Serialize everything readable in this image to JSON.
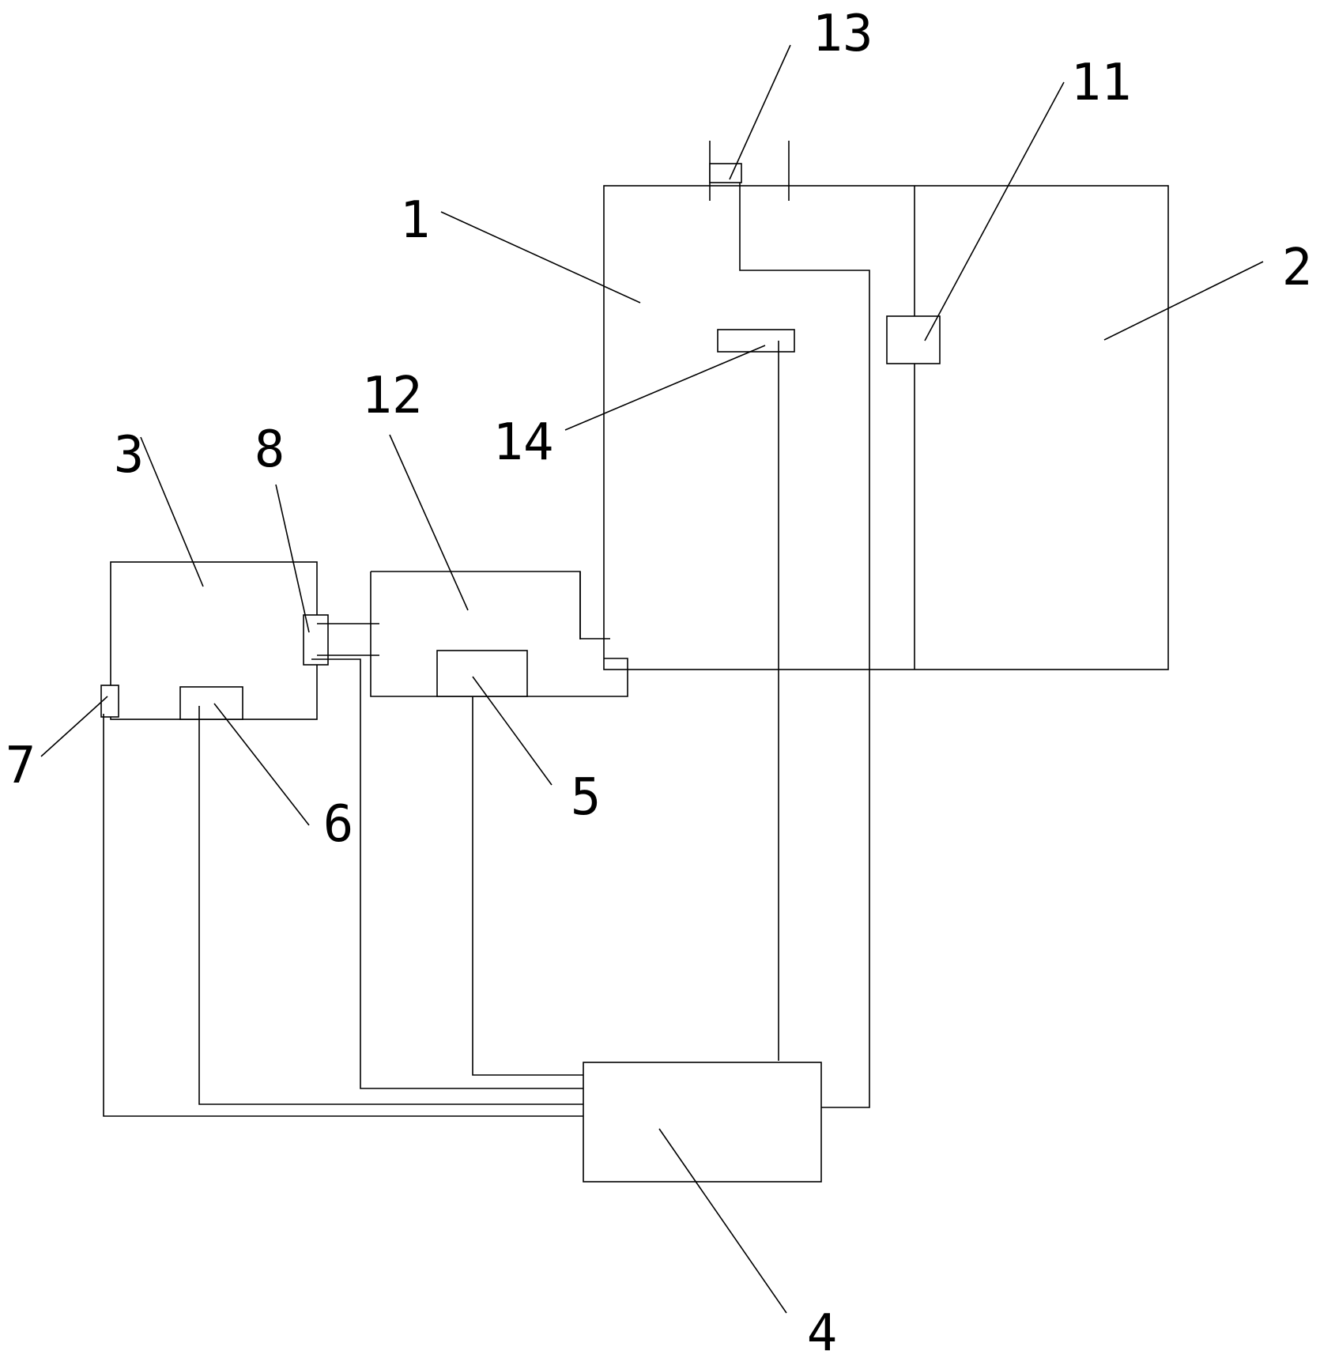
{
  "labels": {
    "l1": "1",
    "l2": "2",
    "l3": "3",
    "l4": "4",
    "l5": "5",
    "l6": "6",
    "l7": "7",
    "l8": "8",
    "l11": "11",
    "l12": "12",
    "l13": "13",
    "l14": "14"
  },
  "colors": {
    "line": "#000000",
    "background": "#ffffff"
  }
}
